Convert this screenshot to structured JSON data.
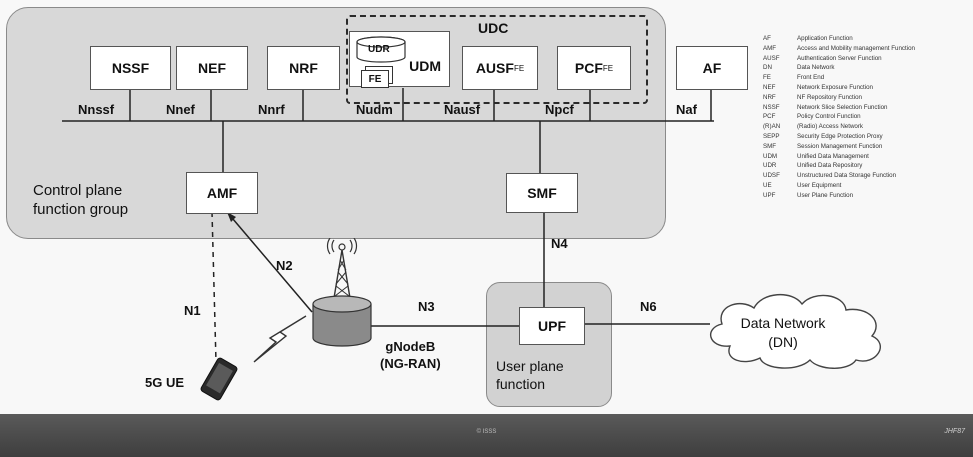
{
  "groups": {
    "control_plane": "Control plane\nfunction group",
    "user_plane": "User plane\nfunction",
    "udc": "UDC"
  },
  "functions": {
    "nssf": "NSSF",
    "nef": "NEF",
    "nrf": "NRF",
    "udm": "UDM",
    "udr": "UDR",
    "fe": "FE",
    "ausf": "AUSF",
    "ausf_sub": "FE",
    "pcf": "PCF",
    "pcf_sub": "FE",
    "af": "AF",
    "amf": "AMF",
    "smf": "SMF",
    "upf": "UPF"
  },
  "interfaces": {
    "nnssf": "Nnssf",
    "nnef": "Nnef",
    "nnrf": "Nnrf",
    "nudm": "Nudm",
    "nausf": "Nausf",
    "npcf": "Npcf",
    "naf": "Naf",
    "n1": "N1",
    "n2": "N2",
    "n3": "N3",
    "n4": "N4",
    "n6": "N6"
  },
  "nodes": {
    "ue": "5G UE",
    "gnodeb": "gNodeB\n(NG-RAN)",
    "data_network": "Data Network\n(DN)"
  },
  "legend": [
    {
      "abbr": "AF",
      "text": "Application Function"
    },
    {
      "abbr": "AMF",
      "text": "Access and Mobility management Function"
    },
    {
      "abbr": "AUSF",
      "text": "Authentication Server Function"
    },
    {
      "abbr": "DN",
      "text": "Data Network"
    },
    {
      "abbr": "FE",
      "text": "Front End"
    },
    {
      "abbr": "NEF",
      "text": "Network Exposure Function"
    },
    {
      "abbr": "NRF",
      "text": "NF Repository Function"
    },
    {
      "abbr": "NSSF",
      "text": "Network Slice Selection Function"
    },
    {
      "abbr": "PCF",
      "text": "Policy Control Function"
    },
    {
      "abbr": "(R)AN",
      "text": "(Radio) Access Network"
    },
    {
      "abbr": "SEPP",
      "text": "Security Edge Protection Proxy"
    },
    {
      "abbr": "SMF",
      "text": "Session Management Function"
    },
    {
      "abbr": "UDM",
      "text": "Unified Data Management"
    },
    {
      "abbr": "UDR",
      "text": "Unified Data Repository"
    },
    {
      "abbr": "UDSF",
      "text": "Unstructured Data Storage Function"
    },
    {
      "abbr": "UE",
      "text": "User Equipment"
    },
    {
      "abbr": "UPF",
      "text": "User Plane Function"
    }
  ],
  "footer": {
    "center": "© ISSS",
    "right": "JHF87"
  },
  "colors": {
    "group_fill": "#d8d8d8",
    "box_fill": "#ffffff",
    "footer": "#4a4a4a"
  }
}
